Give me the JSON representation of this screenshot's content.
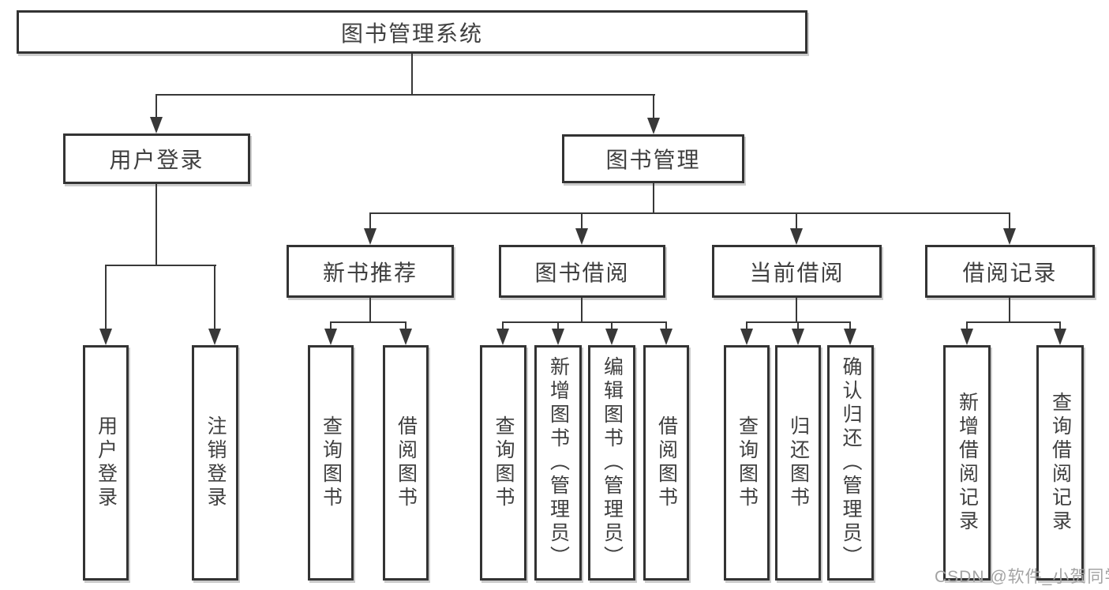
{
  "diagram": {
    "root": {
      "label": "图书管理系统"
    },
    "user_login": {
      "label": "用户登录",
      "children": [
        {
          "label": "用户登录"
        },
        {
          "label": "注销登录"
        }
      ]
    },
    "book_mgmt": {
      "label": "图书管理",
      "sections": [
        {
          "label": "新书推荐",
          "children": [
            {
              "label": "查询图书"
            },
            {
              "label": "借阅图书"
            }
          ]
        },
        {
          "label": "图书借阅",
          "children": [
            {
              "label": "查询图书"
            },
            {
              "label": "新增图书（管理员）"
            },
            {
              "label": "编辑图书（管理员）"
            },
            {
              "label": "借阅图书"
            }
          ]
        },
        {
          "label": "当前借阅",
          "children": [
            {
              "label": "查询图书"
            },
            {
              "label": "归还图书"
            },
            {
              "label": "确认归还（管理员）"
            }
          ]
        },
        {
          "label": "借阅记录",
          "children": [
            {
              "label": "新增借阅记录"
            },
            {
              "label": "查询借阅记录"
            }
          ]
        }
      ]
    }
  },
  "watermark": "CSDN @软件_小贺同学",
  "colors": {
    "line": "#383838",
    "text": "#3f3f3f",
    "watermark": "#a3a3a3",
    "background": "#ffffff"
  }
}
